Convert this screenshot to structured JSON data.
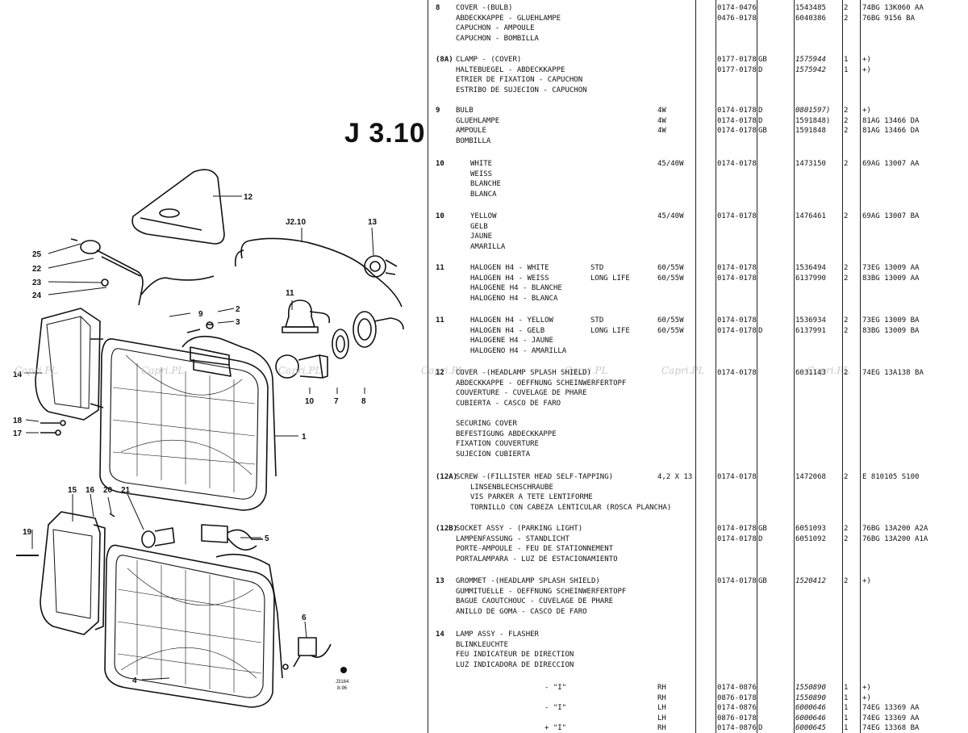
{
  "page": {
    "code": "J 3.10",
    "illustration_code": "J3164\n8-96",
    "watermark_text": "Capri.PL"
  },
  "diagram": {
    "callouts": [
      "12",
      "J2.10",
      "13",
      "25",
      "22",
      "23",
      "24",
      "9",
      "2",
      "3",
      "11",
      "14",
      "10",
      "7",
      "8",
      "18",
      "17",
      "1",
      "15",
      "16",
      "20",
      "21",
      "19",
      "5",
      "6",
      "4"
    ]
  },
  "parts_rows": [
    {
      "ref": "8",
      "desc": [
        "COVER -(BULB)",
        "ABDECKKAPPE - GLUEHLAMPE",
        "CAPUCHON - AMPOULE",
        "CAPUCHON - BOMBILLA"
      ],
      "flag": [],
      "spec": [],
      "year": [
        "0174-0476",
        "0476-0178"
      ],
      "country": [],
      "part": [
        "1543485",
        "6040386"
      ],
      "qty": [
        "2",
        "2"
      ],
      "eng": [
        "74BG 13K060 AA",
        "76BG 9156 BA"
      ]
    },
    {
      "ref": "(8A)",
      "desc": [
        "CLAMP - (COVER)",
        "HALTEBUEGEL - ABDECKKAPPE",
        "ETRIER DE FIXATION - CAPUCHON",
        "ESTRIBO DE SUJECION - CAPUCHON"
      ],
      "flag": [],
      "spec": [],
      "year": [
        "0177-0178",
        "0177-0178"
      ],
      "country": [
        "GB",
        "D"
      ],
      "part": [
        "1575944",
        "1575942"
      ],
      "qty": [
        "1",
        "1"
      ],
      "eng": [
        "+)",
        "+)"
      ]
    },
    {
      "ref": "9",
      "desc": [
        "BULB",
        "GLUEHLAMPE",
        "AMPOULE",
        "BOMBILLA"
      ],
      "flag": [],
      "spec": [
        "4W",
        "4W",
        "4W"
      ],
      "year": [
        "0174-0178",
        "0174-0178",
        "0174-0178"
      ],
      "country": [
        "D",
        "D",
        "GB"
      ],
      "part": [
        "0801597)",
        "1591848)",
        "1591848"
      ],
      "qty": [
        "2",
        "2",
        "2"
      ],
      "eng": [
        "+)",
        "81AG 13466 DA",
        "81AG 13466 DA"
      ]
    },
    {
      "ref": "10",
      "desc": [
        "WHITE",
        "WEISS",
        "BLANCHE",
        "BLANCA"
      ],
      "indent": true,
      "flag": [],
      "spec": [
        "45/40W"
      ],
      "year": [
        "0174-0178"
      ],
      "country": [],
      "part": [
        "1473150"
      ],
      "qty": [
        "2"
      ],
      "eng": [
        "69AG 13007 AA"
      ]
    },
    {
      "ref": "10",
      "desc": [
        "YELLOW",
        "GELB",
        "JAUNE",
        "AMARILLA"
      ],
      "indent": true,
      "flag": [],
      "spec": [
        "45/40W"
      ],
      "year": [
        "0174-0178"
      ],
      "country": [],
      "part": [
        "1476461"
      ],
      "qty": [
        "2"
      ],
      "eng": [
        "69AG 13007 BA"
      ]
    },
    {
      "ref": "11",
      "desc": [
        "HALOGEN H4 - WHITE",
        "HALOGEN H4 - WEISS",
        "HALOGENE H4 - BLANCHE",
        "HALOGENO H4 - BLANCA"
      ],
      "indent": true,
      "flag": [
        "STD",
        "LONG LIFE"
      ],
      "spec": [
        "60/55W",
        "60/55W"
      ],
      "year": [
        "0174-0178",
        "0174-0178"
      ],
      "country": [],
      "part": [
        "1536494",
        "6137990"
      ],
      "qty": [
        "2",
        "2"
      ],
      "eng": [
        "73EG 13009 AA",
        "83BG 13009 AA"
      ]
    },
    {
      "ref": "11",
      "desc": [
        "HALOGEN H4 - YELLOW",
        "HALOGEN H4 - GELB",
        "HALOGENE H4 - JAUNE",
        "HALOGENO H4 - AMARILLA"
      ],
      "indent": true,
      "flag": [
        "STD",
        "LONG LIFE"
      ],
      "spec": [
        "60/55W",
        "60/55W"
      ],
      "year": [
        "0174-0178",
        "0174-0178"
      ],
      "country": [
        "",
        "D"
      ],
      "part": [
        "1536934",
        "6137991"
      ],
      "qty": [
        "2",
        "2"
      ],
      "eng": [
        "73EG 13009 BA",
        "83BG 13009 BA"
      ]
    },
    {
      "ref": "12",
      "desc": [
        "COVER -(HEADLAMP SPLASH SHIELD)",
        "ABDECKKAPPE - OEFFNUNG SCHEINWERFERTOPF",
        "COUVERTURE - CUVELAGE DE PHARE",
        "CUBIERTA - CASCO DE FARO",
        "",
        "SECURING COVER",
        "BEFESTIGUNG ABDECKKAPPE",
        "FIXATION COUVERTURE",
        "SUJECION CUBIERTA"
      ],
      "flag": [],
      "spec": [],
      "year": [
        "0174-0178"
      ],
      "country": [],
      "part": [
        "6031143"
      ],
      "qty": [
        "2"
      ],
      "eng": [
        "74EG 13A138 BA"
      ]
    },
    {
      "ref": "(12A)",
      "desc": [
        "SCREW -(FILLISTER HEAD SELF-TAPPING)",
        "LINSENBLECHSCHRAUBE",
        "VIS PARKER A TETE LENTIFORME",
        "TORNILLO CON CABEZA LENTICULAR (ROSCA PLANCHA)"
      ],
      "indent_from": 1,
      "flag": [],
      "spec": [
        "4,2 X 13"
      ],
      "year": [
        "0174-0178"
      ],
      "country": [],
      "part": [
        "1472068"
      ],
      "qty": [
        "2"
      ],
      "eng": [
        "E 810105 S100"
      ]
    },
    {
      "ref": "(12B)",
      "desc": [
        "SOCKET ASSY - (PARKING LIGHT)",
        "LAMPENFASSUNG - STANDLICHT",
        "PORTE-AMPOULE - FEU DE STATIONNEMENT",
        "PORTALAMPARA - LUZ DE ESTACIONAMIENTO"
      ],
      "flag": [],
      "spec": [],
      "year": [
        "0174-0178",
        "0174-0178"
      ],
      "country": [
        "GB",
        "D"
      ],
      "part": [
        "6051093",
        "6051092"
      ],
      "qty": [
        "2",
        "2"
      ],
      "eng": [
        "76BG 13A200 A2A",
        "76BG 13A200 A1A"
      ]
    },
    {
      "ref": "13",
      "desc": [
        "GROMMET -(HEADLAMP SPLASH SHIELD)",
        "GUMMITUELLE - OEFFNUNG SCHEINWERFERTOPF",
        "BAGUE CAOUTCHOUC - CUVELAGE DE PHARE",
        "ANILLO DE GOMA - CASCO DE FARO"
      ],
      "flag": [],
      "spec": [],
      "year": [
        "0174-0178"
      ],
      "country": [
        "GB"
      ],
      "part": [
        "1520412"
      ],
      "qty": [
        "2"
      ],
      "eng": [
        "+)"
      ]
    },
    {
      "ref": "14",
      "desc": [
        "LAMP ASSY - FLASHER",
        "BLINKLEUCHTE",
        "FEU INDICATEUR DE DIRECTION",
        "LUZ INDICADORA DE DIRECCION"
      ],
      "flag": [],
      "spec": [],
      "year": [],
      "country": [],
      "part": [],
      "qty": [],
      "eng": []
    },
    {
      "ref": "",
      "desc": [
        "- \"I\"",
        "",
        "- \"I\"",
        "",
        "+ \"I\""
      ],
      "center": true,
      "flag": [],
      "spec": [
        "RH",
        "RH",
        "LH",
        "LH",
        "RH"
      ],
      "year": [
        "0174-0876",
        "0876-0178",
        "0174-0876",
        "0876-0178",
        "0174-0876"
      ],
      "country": [
        "",
        "",
        "",
        "",
        "D"
      ],
      "part": [
        "1550890",
        "1550890",
        "6000646",
        "6000646",
        "6000645"
      ],
      "qty": [
        "1",
        "1",
        "1",
        "1",
        "1"
      ],
      "eng": [
        "+)",
        "+)",
        "74EG 13369 AA",
        "74EG 13369 AA",
        "74EG 13368 BA"
      ]
    }
  ]
}
